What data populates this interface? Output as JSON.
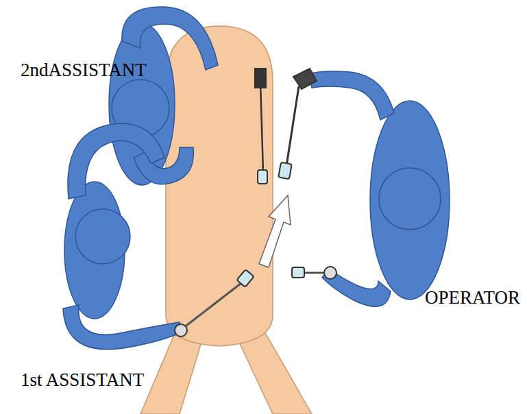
{
  "diagram": {
    "labels": [
      "2ndASSISTANT",
      "OPERATOR",
      "1st ASSISTANT"
    ]
  }
}
